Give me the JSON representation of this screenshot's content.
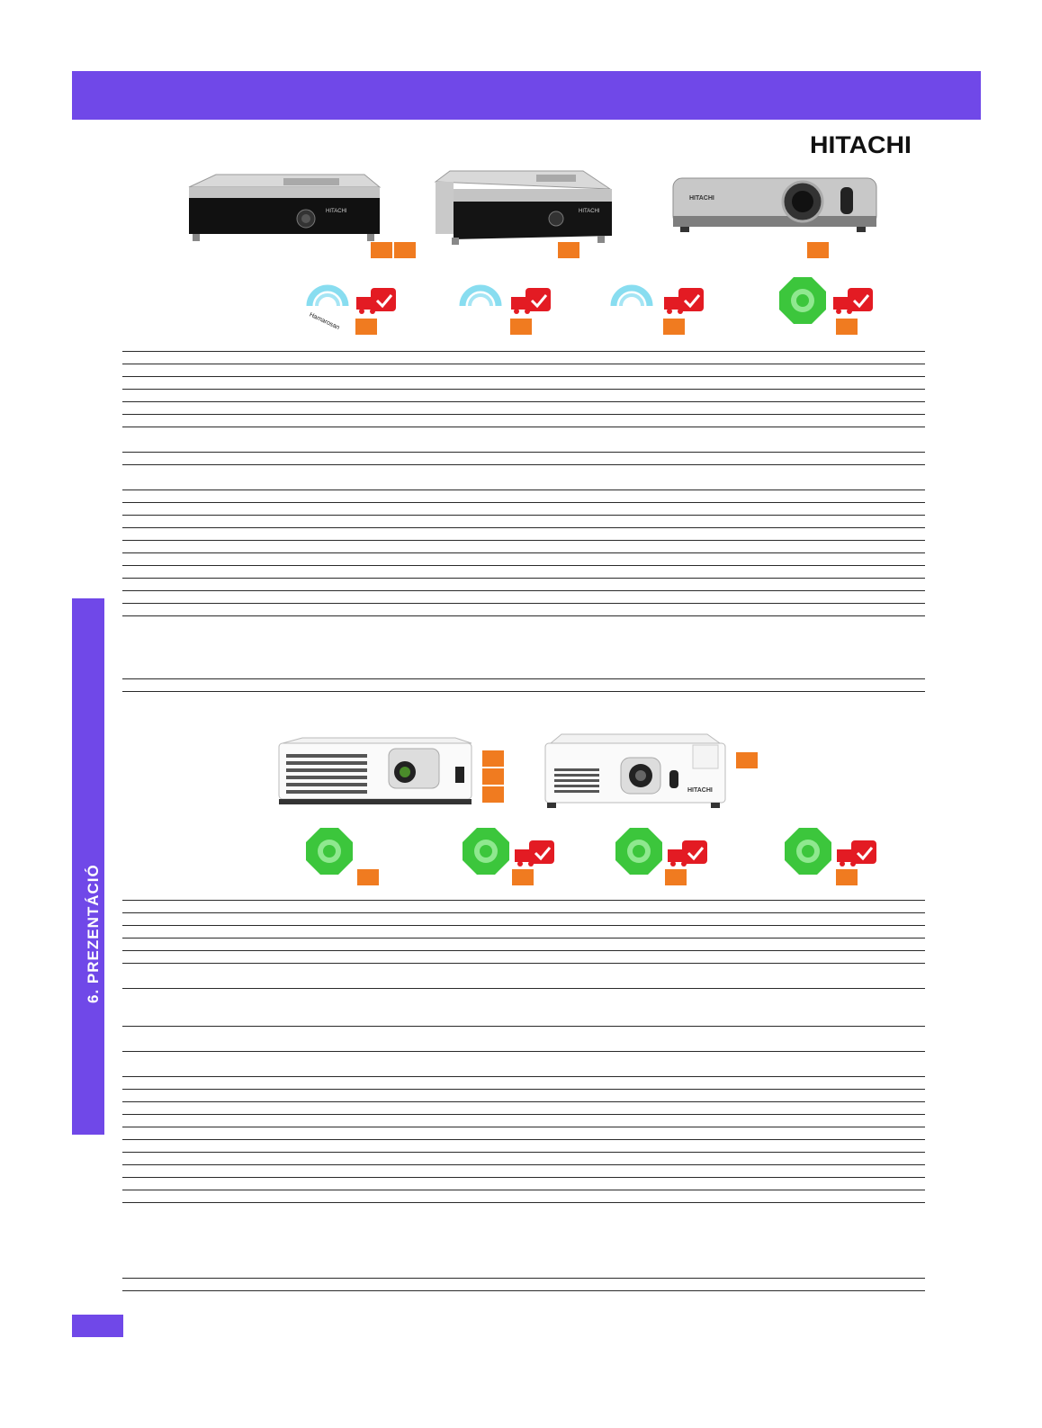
{
  "header": {
    "brand": "HITACHI"
  },
  "side_tab": {
    "label": "6. PREZENTÁCIÓ"
  },
  "colors": {
    "accent_purple": "#7048e8",
    "badge_orange": "#f07b20",
    "service_red": "#e31b23",
    "available_green": "#3cc63c",
    "soon_cyan": "#39c6e6"
  },
  "icons": {
    "truck_phone": "delivery-truck-phone-icon",
    "status_soon": "swirl-badge-icon",
    "status_available": "green-badge-icon"
  },
  "sections": [
    {
      "products": [
        {
          "image": "projector-silver-dark-front",
          "status_icon": "status_soon",
          "has_service_icon": true
        },
        {
          "image": "projector-silver-dark-angle",
          "status_icon": "status_soon",
          "has_service_icon": true
        },
        {
          "image": "projector-silver-large-lens",
          "status_icon": "status_soon",
          "has_service_icon": true
        },
        {
          "image": "",
          "status_icon": "status_available",
          "has_service_icon": true
        }
      ]
    },
    {
      "products": [
        {
          "image": "projector-white-vented",
          "status_icon": "status_available",
          "has_service_icon": false
        },
        {
          "image": "projector-white-compact",
          "status_icon": "status_available",
          "has_service_icon": true
        },
        {
          "image": "",
          "status_icon": "status_available",
          "has_service_icon": true
        },
        {
          "image": "",
          "status_icon": "status_available",
          "has_service_icon": true
        }
      ]
    }
  ]
}
